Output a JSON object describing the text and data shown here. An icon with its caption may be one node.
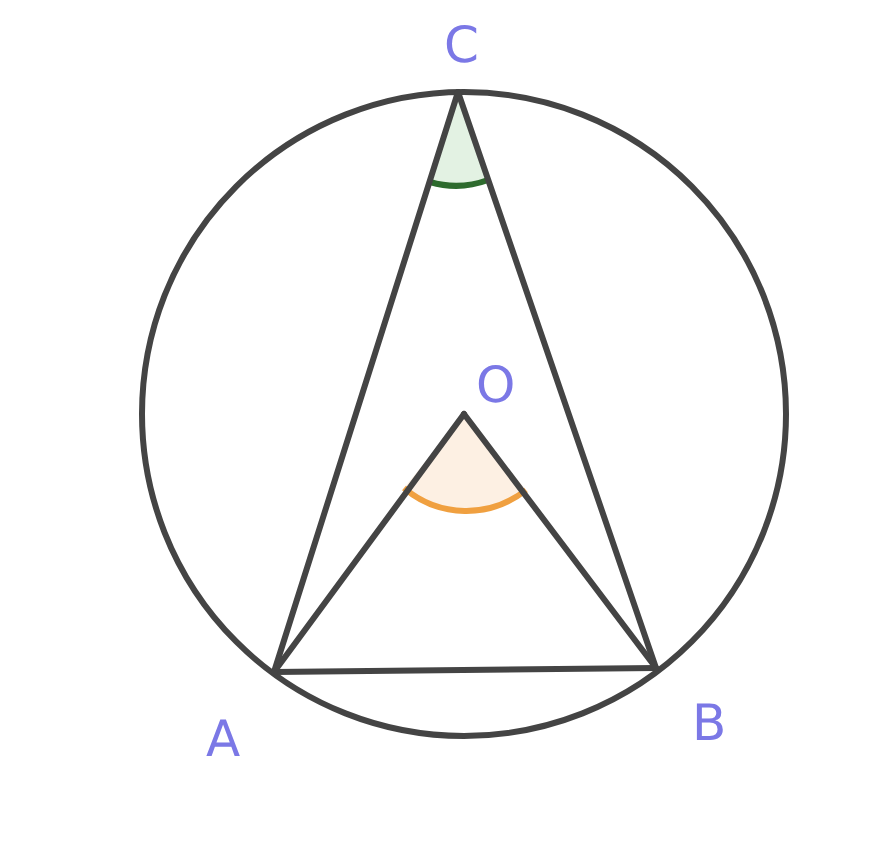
{
  "diagram": {
    "nodes": [
      {
        "text": [
          "C"
        ]
      },
      {
        "text": [
          "O"
        ]
      },
      {
        "text": [
          "A"
        ]
      },
      {
        "text": [
          "B"
        ]
      }
    ],
    "edges": [
      {
        "from": 0,
        "to": 2,
        "arrow": "none"
      },
      {
        "from": 0,
        "to": 3,
        "arrow": "none"
      },
      {
        "from": 2,
        "to": 3,
        "arrow": "none"
      },
      {
        "from": 1,
        "to": 2,
        "arrow": "none"
      },
      {
        "from": 1,
        "to": 3,
        "arrow": "none"
      }
    ]
  }
}
